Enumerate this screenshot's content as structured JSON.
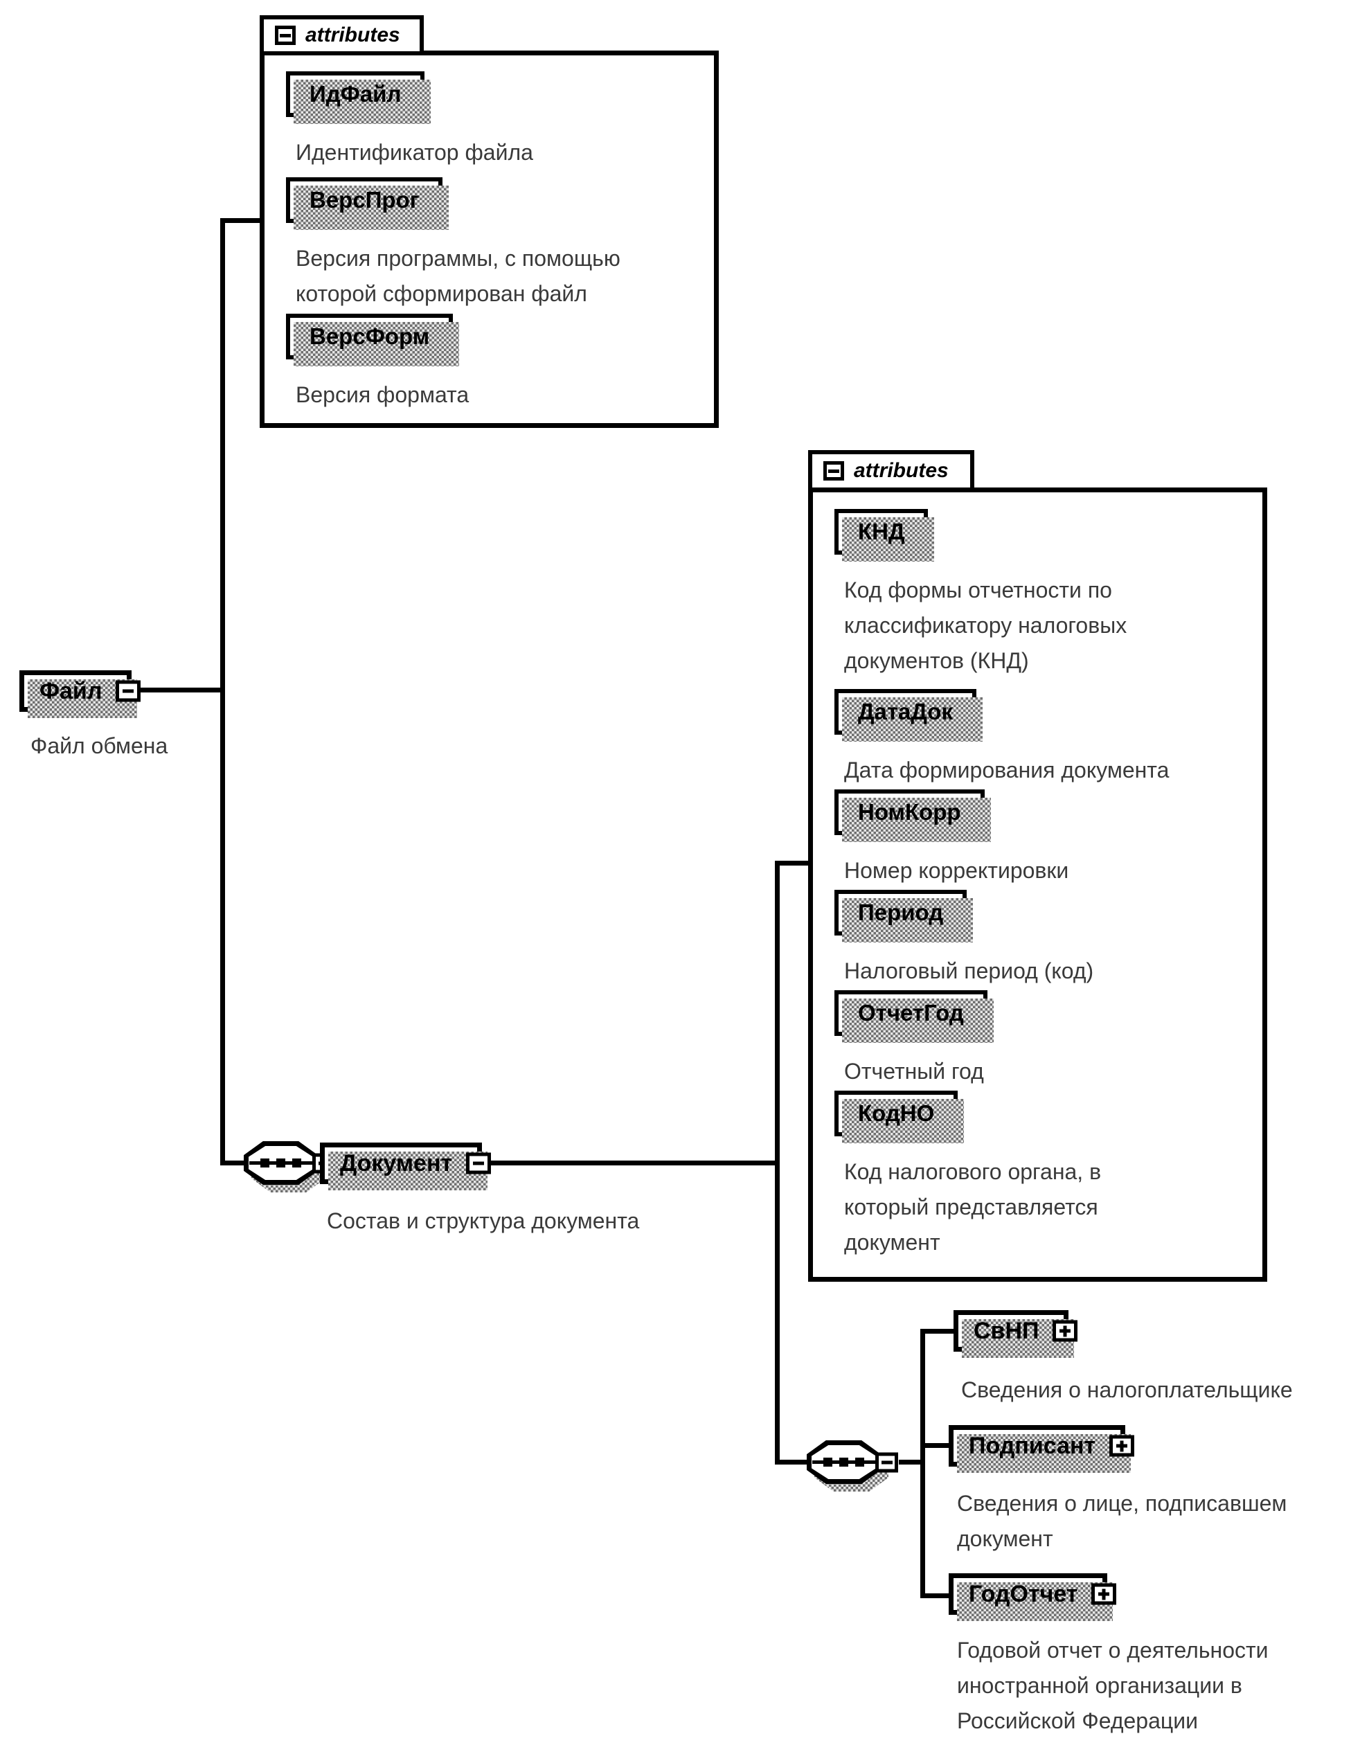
{
  "colors": {
    "background": "#ffffff",
    "line": "#000000",
    "description_text": "#3a3a3a",
    "shadow": "#6f6f6f"
  },
  "diagram": {
    "file": {
      "name": "Файл",
      "desc": "Файл обмена"
    },
    "file_attributes": {
      "tab": "attributes",
      "items": [
        {
          "name": "ИдФайл",
          "desc": "Идентификатор файла"
        },
        {
          "name": "ВерсПрог",
          "desc": "Версия программы, с помощью\nкоторой сформирован файл"
        },
        {
          "name": "ВерсФорм",
          "desc": "Версия формата"
        }
      ]
    },
    "document": {
      "name": "Документ",
      "desc": "Состав и структура документа"
    },
    "document_attributes": {
      "tab": "attributes",
      "items": [
        {
          "name": "КНД",
          "desc": "Код формы отчетности по\nклассификатору налоговых\nдокументов (КНД)"
        },
        {
          "name": "ДатаДок",
          "desc": "Дата формирования документа"
        },
        {
          "name": "НомКорр",
          "desc": "Номер корректировки"
        },
        {
          "name": "Период",
          "desc": "Налоговый период (код)"
        },
        {
          "name": "ОтчетГод",
          "desc": "Отчетный год"
        },
        {
          "name": "КодНО",
          "desc": "Код налогового органа, в\nкоторый представляется\nдокумент"
        }
      ]
    },
    "document_children": [
      {
        "name": "СвНП",
        "desc": "Сведения о налогоплательщике"
      },
      {
        "name": "Подписант",
        "desc": "Сведения о лице, подписавшем\nдокумент"
      },
      {
        "name": "ГодОтчет",
        "desc": "Годовой отчет о деятельности\nиностранной организации в\nРоссийской Федерации"
      }
    ]
  }
}
